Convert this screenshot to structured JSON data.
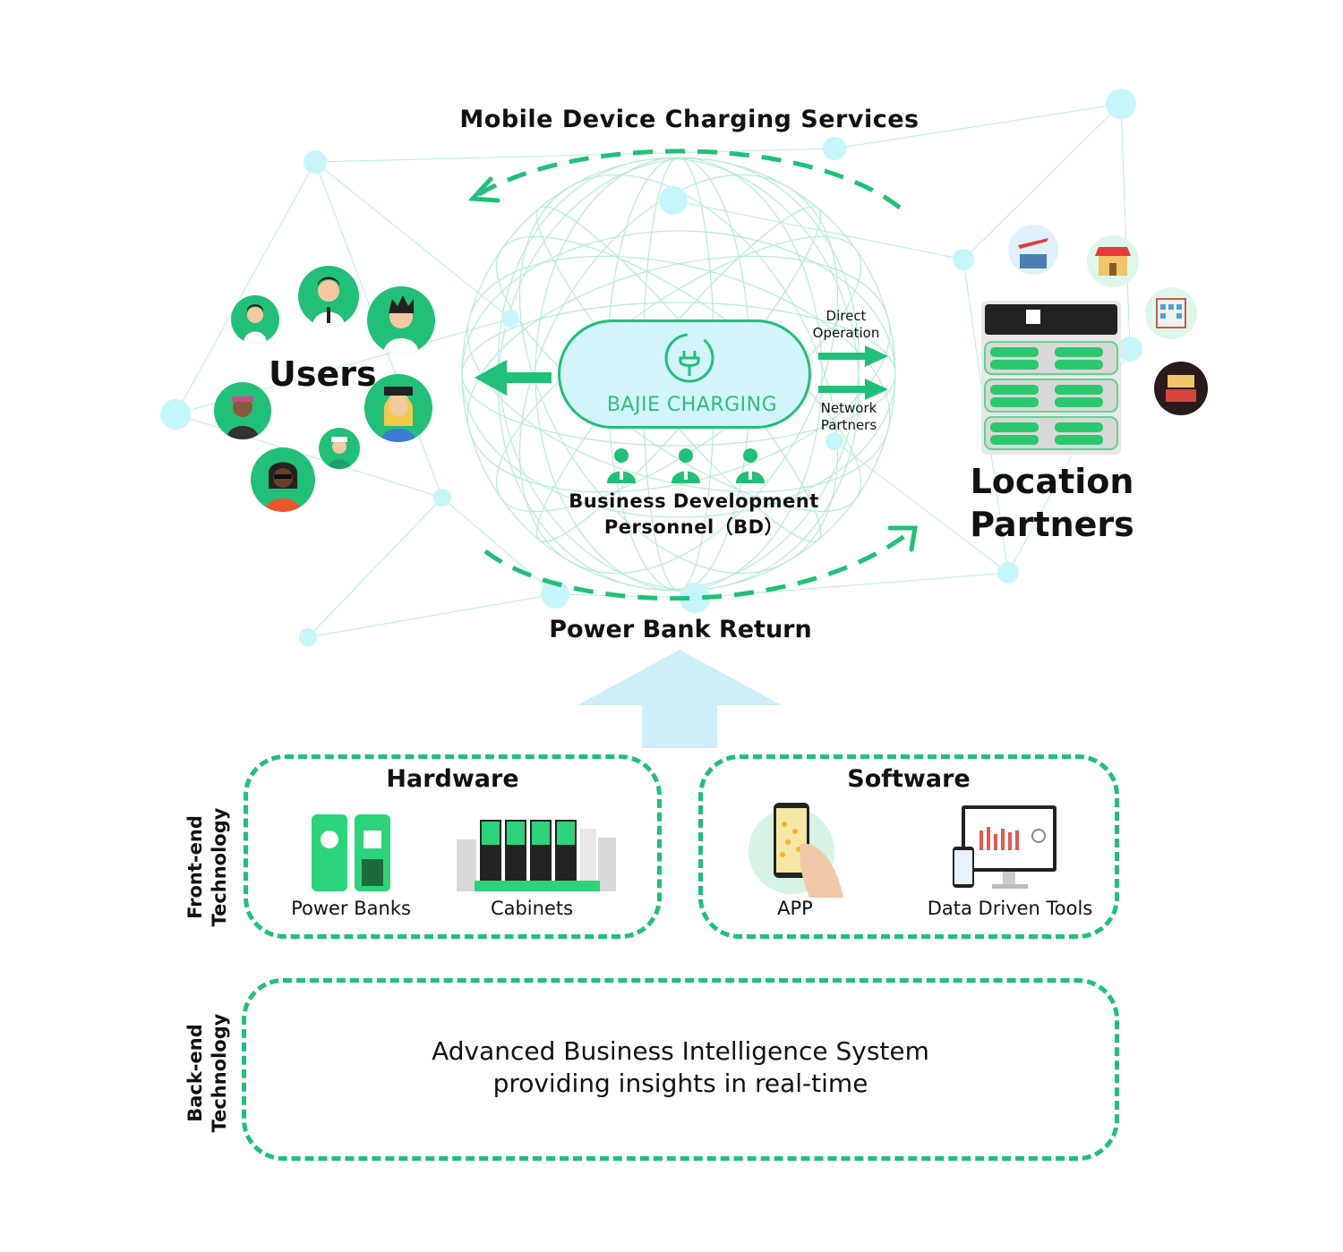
{
  "top_label": "Mobile Device Charging Services",
  "bottom_label": "Power Bank Return",
  "users_label": "Users",
  "location_label_line1": "Location",
  "location_label_line2": "Partners",
  "brand": "BAJIE CHARGING",
  "direct_line1": "Direct",
  "direct_line2": "Operation",
  "network_line1": "Network",
  "network_line2": "Partners",
  "bd_line1": "Business Development",
  "bd_line2": "Personnel（BD）",
  "front_end_line1": "Front-end",
  "front_end_line2": "Technology",
  "back_end_line1": "Back-end",
  "back_end_line2": "Technology",
  "hardware": {
    "title": "Hardware",
    "items": [
      "Power Banks",
      "Cabinets"
    ]
  },
  "software": {
    "title": "Software",
    "items": [
      "APP",
      "Data Driven Tools"
    ]
  },
  "backend_line1": "Advanced Business Intelligence System",
  "backend_line2": "providing insights in real-time",
  "colors": {
    "accent_green": "#20c07a",
    "light_blue": "#d4f4fb",
    "node_cyan": "#c6f6fb",
    "arrow_blue": "#cdeefa"
  }
}
